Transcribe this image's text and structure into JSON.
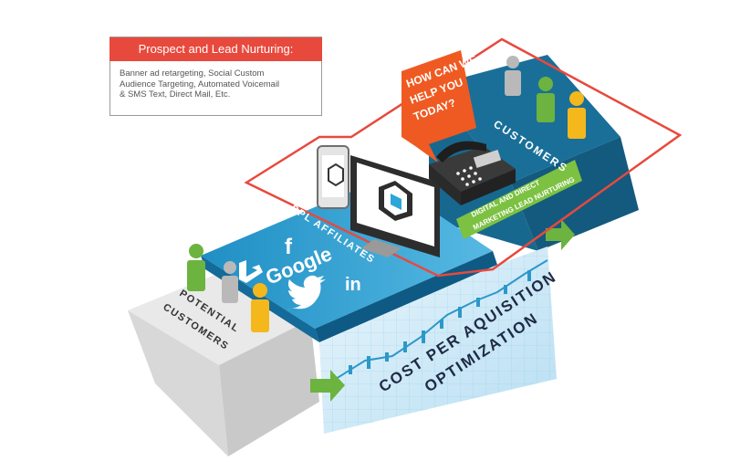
{
  "callout": {
    "heading": "Prospect and Lead Nurturing:",
    "body_lines": [
      "Banner ad retargeting, Social Custom",
      "Audience Targeting, Automated Voicemail",
      "& SMS Text, Direct Mail, Etc."
    ]
  },
  "bubble": {
    "lines": [
      "HOW CAN WE",
      "HELP YOU",
      "TODAY?"
    ]
  },
  "labels": {
    "customers": "CUSTOMERS",
    "ppl_affiliates": "PPL AFFILIATES",
    "potential_customers": [
      "POTENTIAL",
      "CUSTOMERS"
    ],
    "nurturing_banner": [
      "DIGITAL AND DIRECT",
      "MARKETING LEAD NURTURING"
    ],
    "cost_title": [
      "COST PER AQUISITION",
      "OPTIMIZATION"
    ]
  },
  "brands": {
    "google": "Google",
    "linkedin": "in",
    "facebook": "f"
  },
  "colors": {
    "accent_red": "#e8493d",
    "orange": "#ef5a22",
    "teal": "#1a7fa8",
    "blue_top": "#2aa6d8",
    "green": "#6cb33f",
    "yellow": "#f4b81c",
    "gray_figure": "#b9b9b9",
    "dark_navy": "#1f2a44"
  }
}
